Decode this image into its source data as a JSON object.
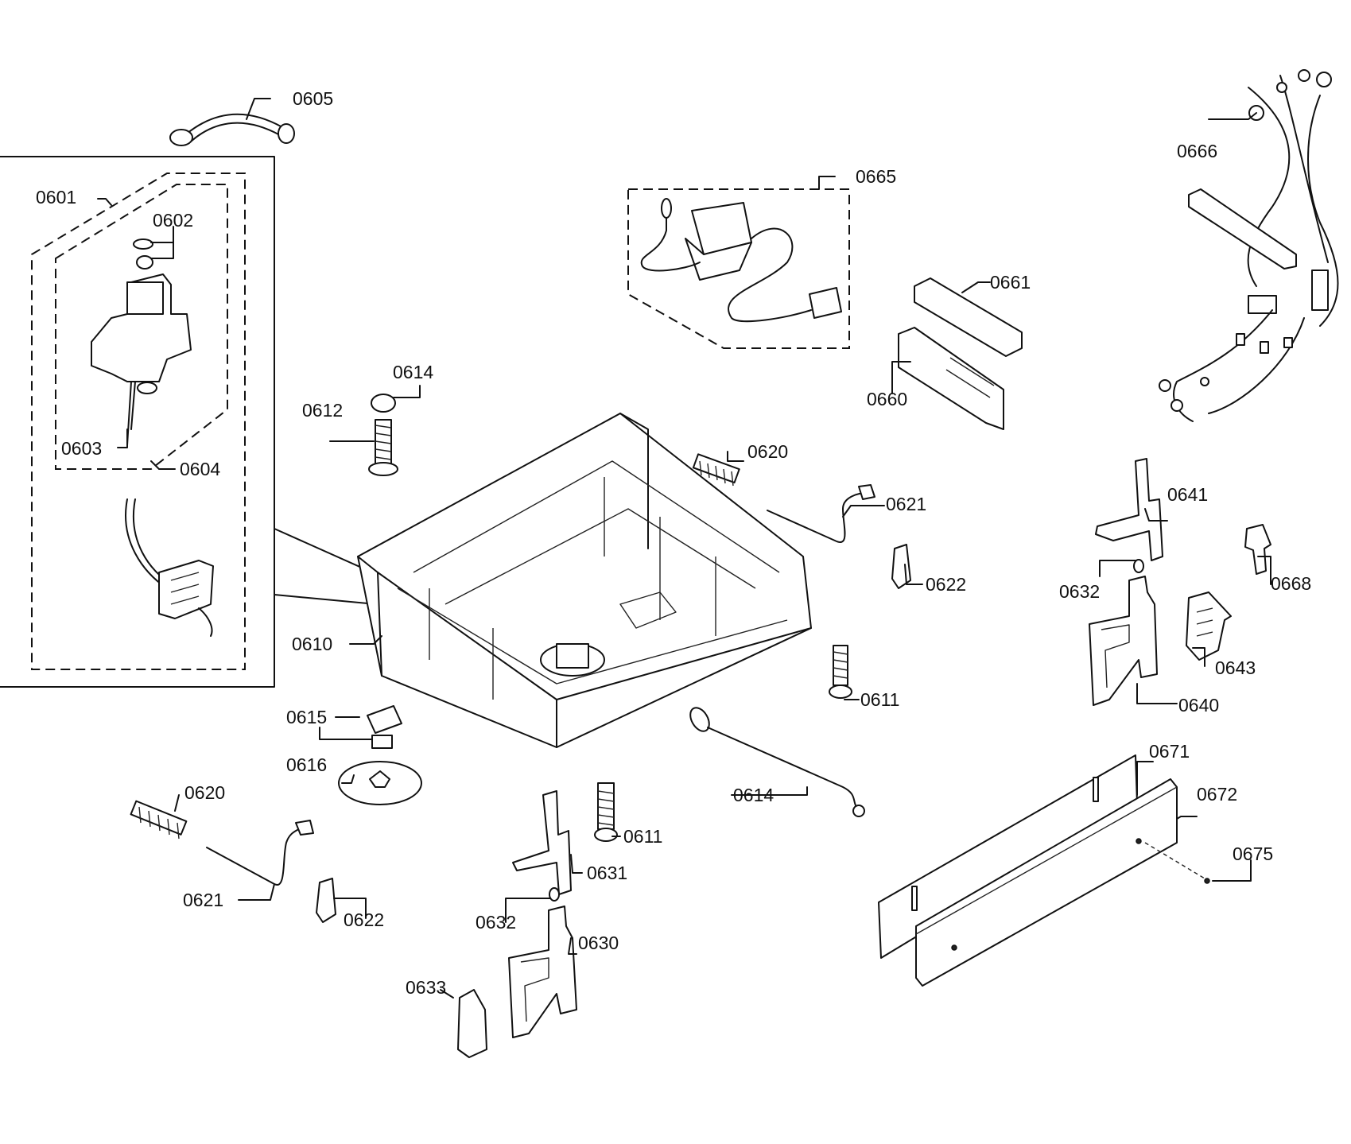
{
  "labels": {
    "l0601": "0601",
    "l0602": "0602",
    "l0603": "0603",
    "l0604": "0604",
    "l0605": "0605",
    "l0610": "0610",
    "l0611a": "0611",
    "l0611b": "0611",
    "l0612": "0612",
    "l0614a": "0614",
    "l0614b": "0614",
    "l0615": "0615",
    "l0616": "0616",
    "l0620a": "0620",
    "l0620b": "0620",
    "l0621a": "0621",
    "l0621b": "0621",
    "l0622a": "0622",
    "l0622b": "0622",
    "l0630": "0630",
    "l0631": "0631",
    "l0632a": "0632",
    "l0632b": "0632",
    "l0633": "0633",
    "l0640": "0640",
    "l0641": "0641",
    "l0643": "0643",
    "l0660": "0660",
    "l0661": "0661",
    "l0665": "0665",
    "l0666": "0666",
    "l0668": "0668",
    "l0671": "0671",
    "l0672": "0672",
    "l0675": "0675"
  }
}
